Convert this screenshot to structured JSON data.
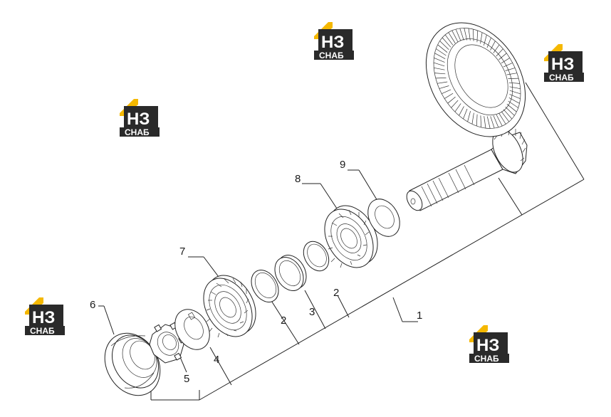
{
  "diagram": {
    "labels": {
      "p1": "1",
      "p2a": "2",
      "p2b": "2",
      "p3": "3",
      "p4": "4",
      "p5": "5",
      "p6": "6",
      "p7": "7",
      "p8": "8",
      "p9": "9"
    }
  },
  "watermark": {
    "letters": "НЗ",
    "caption": "СНАБ",
    "colors": {
      "roof": "#f5b800",
      "body": "#2a2a2a",
      "text": "#ffffff"
    }
  }
}
